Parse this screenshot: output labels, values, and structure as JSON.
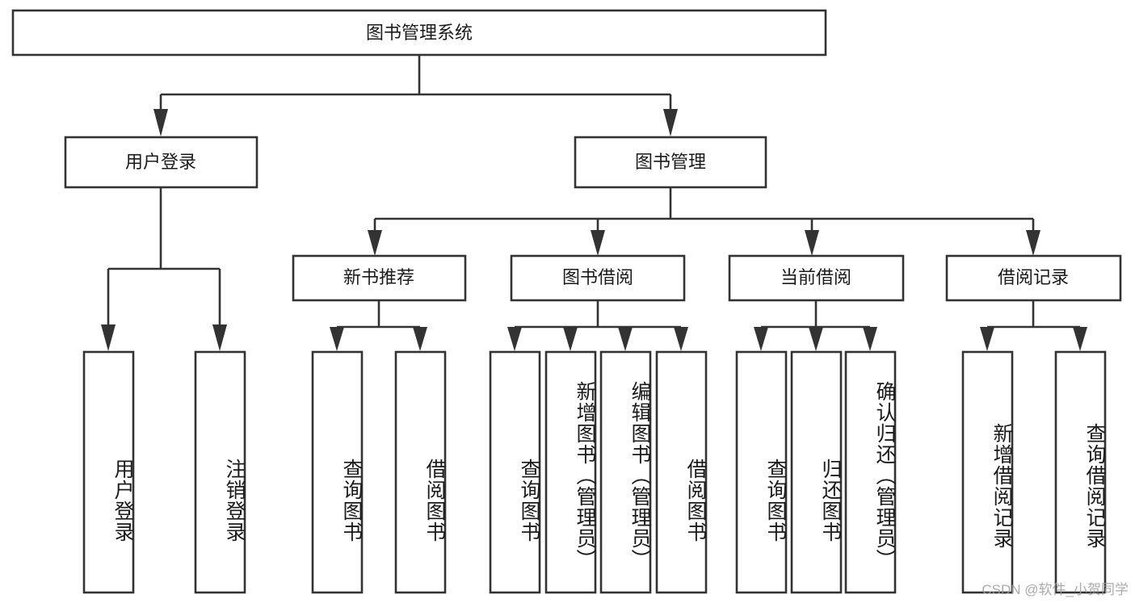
{
  "diagram": {
    "title": "图书管理系统",
    "type": "tree-hierarchy-chart",
    "orientation": "top-down",
    "theme": {
      "background": "#ffffff",
      "box_fill": "#ffffff",
      "box_stroke": "#333333",
      "text_color": "#1b1b1b",
      "watermark_color": "#9d9d9d"
    },
    "levels": {
      "level1": "系统根节点",
      "level2": "主功能模块",
      "level3": "子功能模块",
      "level4": "操作叶节点"
    }
  },
  "nodes": {
    "root": {
      "label": "图书管理系统",
      "orientation": "horizontal"
    },
    "level2": [
      {
        "id": "user-login",
        "label": "用户登录",
        "orientation": "horizontal"
      },
      {
        "id": "book-manage",
        "label": "图书管理",
        "orientation": "horizontal"
      }
    ],
    "level3": [
      {
        "id": "new-book-recommend",
        "label": "新书推荐",
        "orientation": "horizontal",
        "parent": "book-manage"
      },
      {
        "id": "book-borrow",
        "label": "图书借阅",
        "orientation": "horizontal",
        "parent": "book-manage"
      },
      {
        "id": "current-borrow",
        "label": "当前借阅",
        "orientation": "horizontal",
        "parent": "book-manage"
      },
      {
        "id": "borrow-record",
        "label": "借阅记录",
        "orientation": "horizontal",
        "parent": "book-manage"
      }
    ],
    "leaves": [
      {
        "id": "leaf-user-login",
        "label": "用户登录",
        "orientation": "vertical",
        "parent": "user-login"
      },
      {
        "id": "leaf-user-logout",
        "label": "注销登录",
        "orientation": "vertical",
        "parent": "user-login"
      },
      {
        "id": "leaf-query-book-1",
        "label": "查询图书",
        "orientation": "vertical",
        "parent": "new-book-recommend"
      },
      {
        "id": "leaf-borrow-book-1",
        "label": "借阅图书",
        "orientation": "vertical",
        "parent": "new-book-recommend"
      },
      {
        "id": "leaf-query-book-2",
        "label": "查询图书",
        "orientation": "vertical",
        "parent": "book-borrow"
      },
      {
        "id": "leaf-add-book",
        "label": "新增图书（管理员）",
        "orientation": "vertical",
        "parent": "book-borrow"
      },
      {
        "id": "leaf-edit-book",
        "label": "编辑图书（管理员）",
        "orientation": "vertical",
        "parent": "book-borrow"
      },
      {
        "id": "leaf-borrow-book-2",
        "label": "借阅图书",
        "orientation": "vertical",
        "parent": "book-borrow"
      },
      {
        "id": "leaf-query-book-3",
        "label": "查询图书",
        "orientation": "vertical",
        "parent": "current-borrow"
      },
      {
        "id": "leaf-return-book",
        "label": "归还图书",
        "orientation": "vertical",
        "parent": "current-borrow"
      },
      {
        "id": "leaf-confirm-return",
        "label": "确认归还（管理员）",
        "orientation": "vertical",
        "parent": "current-borrow"
      },
      {
        "id": "leaf-add-record",
        "label": "新增借阅记录",
        "orientation": "vertical",
        "parent": "borrow-record"
      },
      {
        "id": "leaf-query-record",
        "label": "查询借阅记录",
        "orientation": "vertical",
        "parent": "borrow-record"
      }
    ]
  },
  "watermark": {
    "text": "CSDN @软件_小贺同学"
  }
}
